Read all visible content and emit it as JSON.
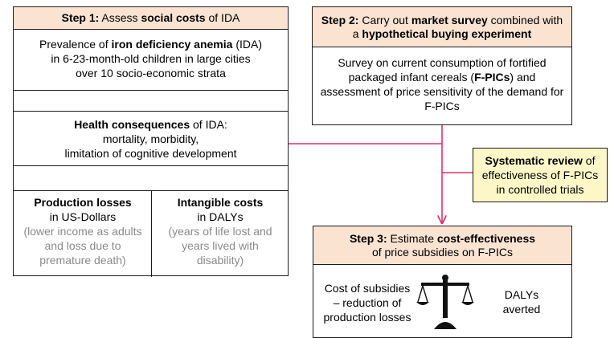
{
  "step1": {
    "header_prefix": "Step 1:",
    "header_mid1": " Assess ",
    "header_bold": "social costs",
    "header_mid2": " of IDA",
    "prevalence_pre": "Prevalence of ",
    "prevalence_bold": "iron deficiency anemia",
    "prevalence_post": " (IDA)",
    "prevalence_line2": "in 6-23-month-old children in large cities",
    "prevalence_line3": "over 10 socio-economic strata",
    "health_bold": "Health consequences",
    "health_post": " of IDA:",
    "health_line2": "mortality, morbidity,",
    "health_line3": "limitation of cognitive development",
    "production_title": "Production losses",
    "production_unit": "in US-Dollars",
    "production_note": "(lower income as adults and loss due to premature death)",
    "intangible_title": "Intangible costs",
    "intangible_unit": "in DALYs",
    "intangible_note": "(years of life lost and years lived with disability)"
  },
  "step2": {
    "header_prefix": "Step 2:",
    "header_mid1": " Carry out ",
    "header_bold1": "market survey",
    "header_mid2": " combined with a ",
    "header_bold2": "hypothetical buying experiment",
    "body_pre": "Survey on current consumption of fortified packaged infant cereals (",
    "body_bold": "F-PICs",
    "body_post": ") and assessment of price sensitivity of the demand for F-PICs"
  },
  "review": {
    "bold": "Systematic review",
    "post": " of effectiveness of F-PICs in controlled trials"
  },
  "step3": {
    "header_prefix": "Step 3:",
    "header_mid1": " Estimate ",
    "header_bold": "cost-effectiveness",
    "header_line2": "of price subsidies on F-PICs",
    "left_text": "Cost of subsidies – reduction of production losses",
    "right_text": "DALYs averted"
  },
  "colors": {
    "header_fill": "#fbe3d2",
    "review_fill": "#fdf7c8",
    "connector": "#e0316e",
    "note_text": "#8a8a8a"
  }
}
